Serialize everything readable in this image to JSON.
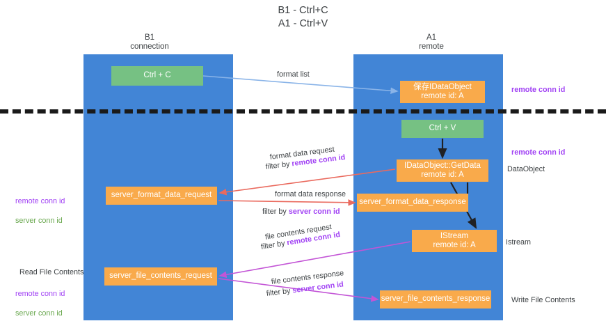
{
  "title": "B1 - Ctrl+C\nA1 - Ctrl+V",
  "columns": {
    "left": {
      "header": "B1\nconnection"
    },
    "right": {
      "header": "A1\nremote"
    }
  },
  "nodes": {
    "ctrl_c": {
      "label": "Ctrl + C",
      "color": "#76c183"
    },
    "save_idataobject": {
      "label": "保存IDataObject\nremote id: A",
      "color": "#f9aa4b"
    },
    "ctrl_v": {
      "label": "Ctrl + V",
      "color": "#76c183"
    },
    "getdata": {
      "label": "IDataObject::GetData\nremote id: A",
      "color": "#f9aa4b"
    },
    "server_format_data_request": {
      "label": "server_format_data_request",
      "color": "#f9aa4b"
    },
    "server_format_data_response": {
      "label": "server_format_data_response",
      "color": "#f9aa4b"
    },
    "istream": {
      "label": "IStream\nremote id: A",
      "color": "#f9aa4b"
    },
    "server_file_contents_request": {
      "label": "server_file_contents_request",
      "color": "#f9aa4b"
    },
    "server_file_contents_response": {
      "label": "server_file_contents_response",
      "color": "#f9aa4b"
    }
  },
  "edge_labels": {
    "format_list": "format list",
    "format_data_request": "format data request",
    "format_data_request_filter_prefix": "filter by ",
    "format_data_request_filter_value": "remote conn id",
    "format_data_response": "format data response",
    "format_data_response_filter_prefix": "filter by ",
    "format_data_response_filter_value": "server conn id",
    "file_contents_request": "file contents request",
    "file_contents_request_filter_prefix": "filter by ",
    "file_contents_request_filter_value": "remote conn id",
    "file_contents_response": "file contents response",
    "file_contents_response_filter_prefix": "filter by ",
    "file_contents_response_filter_value": "server conn id"
  },
  "annotations": {
    "right_remote_conn_id_top": "remote conn id",
    "right_remote_conn_id_mid": "remote conn id",
    "right_dataobject": "DataObject",
    "right_istream": "Istream",
    "right_write_file_contents": "Write File Contents",
    "left_remote_conn_id": "remote conn id",
    "left_server_conn_id": "server conn id",
    "left_read_file_contents": "Read File Contents",
    "left_remote_conn_id_2": "remote conn id",
    "left_server_conn_id_2": "server conn id"
  },
  "colors": {
    "lane": "#4285d6",
    "green_node": "#76c183",
    "orange_node": "#f9aa4b",
    "highlight_purple": "#a142f4",
    "highlight_green": "#6aa84f",
    "divider": "#1a1a1a",
    "edge_blue": "#8ab4e8",
    "edge_red": "#ea6a5e",
    "edge_magenta": "#c355d6",
    "edge_black": "#202124"
  }
}
